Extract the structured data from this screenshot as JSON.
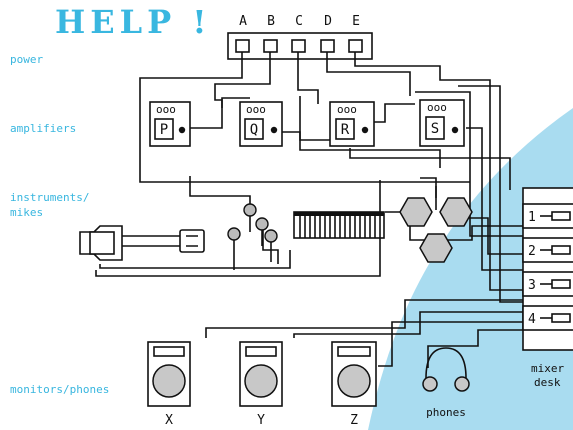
{
  "title": "HELP !",
  "power_labels": [
    "A",
    "B",
    "C",
    "D",
    "E"
  ],
  "side_labels": {
    "power": "power",
    "amplifiers": "amplifiers",
    "instruments_line1": "instruments/",
    "instruments_line2": "mikes",
    "monitors": "monitors/phones"
  },
  "amplifiers": [
    "P",
    "Q",
    "R",
    "S"
  ],
  "monitors": [
    "X",
    "Y",
    "Z"
  ],
  "phones_label": "phones",
  "mixer": {
    "channels": [
      "1",
      "2",
      "3",
      "4"
    ],
    "label_line1": "mixer",
    "label_line2": "desk"
  },
  "colors": {
    "accent": "#38b6df",
    "ink": "#111111"
  }
}
